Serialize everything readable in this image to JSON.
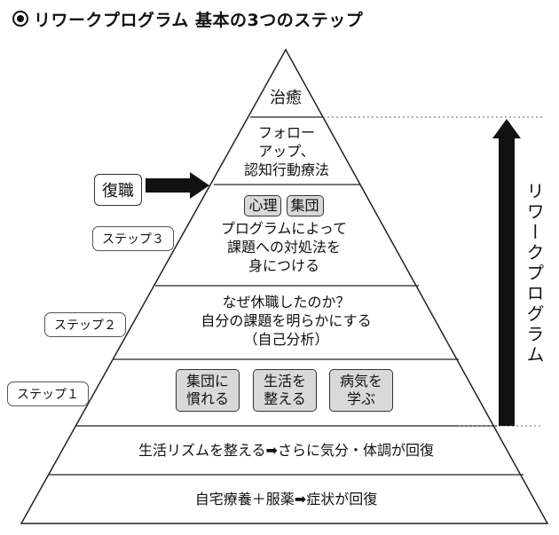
{
  "title": "◉リワークプログラム 基本の3つのステップ",
  "title_text": "リワークプログラム 基本の3つのステップ",
  "tiers": {
    "top": "治癒",
    "tier2": [
      "フォロー",
      "アップ、",
      "認知行動療法"
    ],
    "tier3_tags": [
      "心理",
      "集団"
    ],
    "tier3": [
      "プログラムによって",
      "課題への対処法を",
      "身につける"
    ],
    "tier4": [
      "なぜ休職したのか？",
      "自分の課題を明らかにする",
      "（自己分析）"
    ],
    "tier5_boxes": [
      [
        "集団に",
        "慣れる"
      ],
      [
        "生活を",
        "整える"
      ],
      [
        "病気を",
        "学ぶ"
      ]
    ],
    "tier6": "生活リズムを整える➡さらに気分・体調が回復",
    "tier7": "自宅療養＋服薬➡症状が回復"
  },
  "steps": [
    "ステップ３",
    "ステップ２",
    "ステップ１"
  ],
  "return_label": "復職",
  "rework_label": "リワークプログラム",
  "colors": {
    "line": "#222222",
    "box_fill": "#d9d9d9",
    "arrow": "#111111"
  }
}
